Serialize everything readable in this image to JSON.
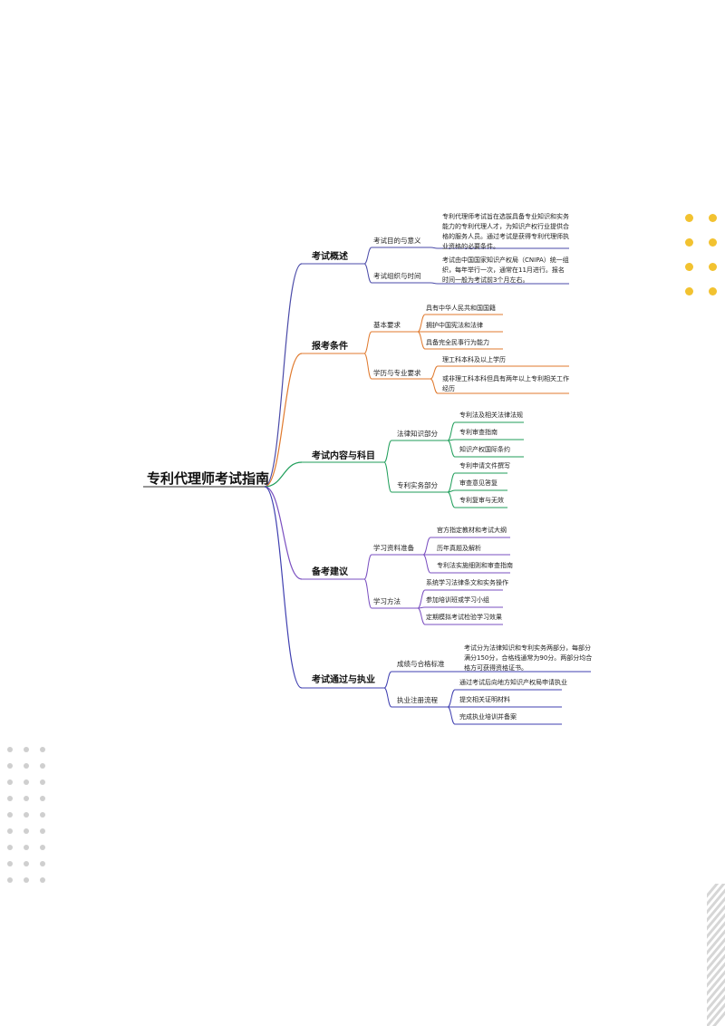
{
  "root": "专利代理师考试指南",
  "branches": [
    {
      "label": "考试概述",
      "children": [
        {
          "label": "考试目的与意义",
          "leaves": [
            "专利代理师考试旨在选拔具备专业知识和实务能力的专利代理人才，为知识产权行业提供合格的服务人员。通过考试是获得专利代理师执业资格的必要条件。"
          ]
        },
        {
          "label": "考试组织与时间",
          "leaves": [
            "考试由中国国家知识产权局（CNIPA）统一组织，每年举行一次，通常在11月进行。报名时间一般为考试前3个月左右。"
          ]
        }
      ]
    },
    {
      "label": "报考条件",
      "children": [
        {
          "label": "基本要求",
          "leaves": [
            "具有中华人民共和国国籍",
            "拥护中国宪法和法律",
            "具备完全民事行为能力"
          ]
        },
        {
          "label": "学历与专业要求",
          "leaves": [
            "理工科本科及以上学历",
            "或非理工科本科但具有两年以上专利相关工作经历"
          ]
        }
      ]
    },
    {
      "label": "考试内容与科目",
      "children": [
        {
          "label": "法律知识部分",
          "leaves": [
            "专利法及相关法律法规",
            "专利审查指南",
            "知识产权国际条约"
          ]
        },
        {
          "label": "专利实务部分",
          "leaves": [
            "专利申请文件撰写",
            "审查意见答复",
            "专利复审与无效"
          ]
        }
      ]
    },
    {
      "label": "备考建议",
      "children": [
        {
          "label": "学习资料准备",
          "leaves": [
            "官方指定教材和考试大纲",
            "历年真题及解析",
            "专利法实施细则和审查指南"
          ]
        },
        {
          "label": "学习方法",
          "leaves": [
            "系统学习法律条文和实务操作",
            "参加培训班或学习小组",
            "定期模拟考试检验学习效果"
          ]
        }
      ]
    },
    {
      "label": "考试通过与执业",
      "children": [
        {
          "label": "成绩与合格标准",
          "leaves": [
            "考试分为法律知识和专利实务两部分，每部分满分150分，合格线通常为90分。两部分均合格方可获得资格证书。"
          ]
        },
        {
          "label": "执业注册流程",
          "leaves": [
            "通过考试后向地方知识产权局申请执业",
            "提交相关证明材料",
            "完成执业培训并备案"
          ]
        }
      ]
    }
  ],
  "colors": {
    "branch0": "#4a4aa8",
    "branch1": "#e07a2e",
    "branch2": "#1f9e5a",
    "branch3": "#7a4fc0",
    "branch4": "#3f3fb0",
    "dot_yellow": "#f2c230",
    "dot_gray": "#cfcfcf",
    "stripe_gray": "#d6d6d6"
  }
}
